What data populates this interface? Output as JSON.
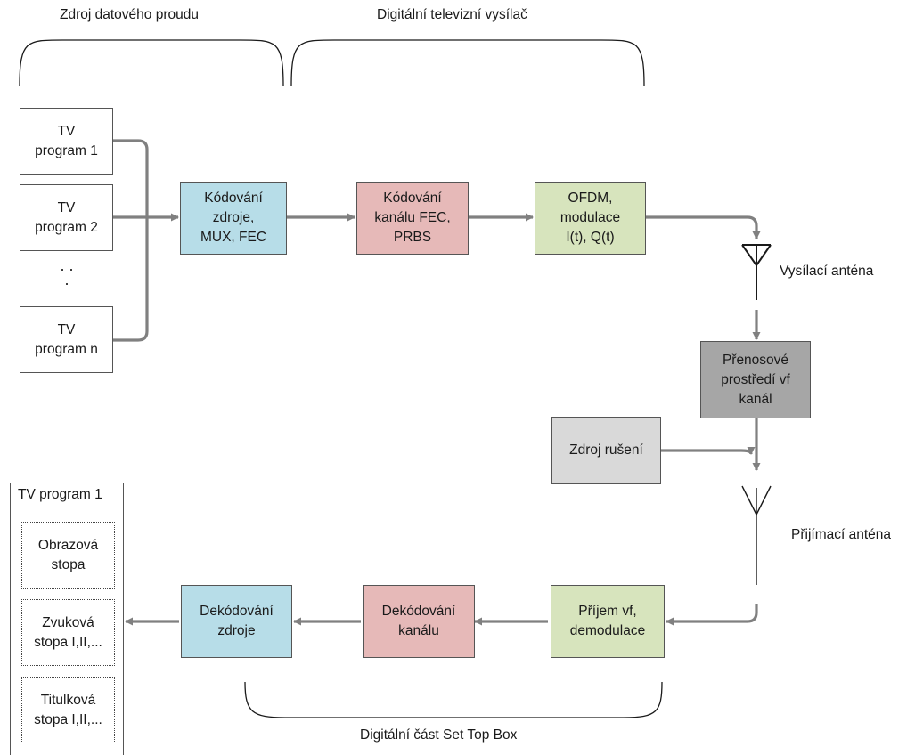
{
  "labels": {
    "source_group": "Zdroj datového proudu",
    "transmitter_group": "Digitální televizní vysílač",
    "stb_group": "Digitální část Set Top Box",
    "tx_antenna": "Vysílací anténa",
    "rx_antenna": "Přijímací anténa"
  },
  "inputs": {
    "program_1": "TV\nprogram 1",
    "program_2": "TV\nprogram 2",
    "ellipsis": ".\n.\n.",
    "program_n": "TV\nprogram n"
  },
  "transmitter": {
    "source_coding": "Kódování\nzdroje,\nMUX, FEC",
    "channel_coding": "Kódování\nkanálu FEC,\nPRBS",
    "modulation": "OFDM,\nmodulace\nI(t), Q(t)"
  },
  "channel": {
    "medium": "Přenosové\nprostředí vf\nkanál",
    "noise": "Zdroj rušení"
  },
  "receiver": {
    "reception": "Příjem vf,\ndemodulace",
    "channel_decoding": "Dekódování\nkanálu",
    "source_decoding": "Dekódování\nzdroje"
  },
  "output": {
    "title": "TV program 1",
    "video": "Obrazová\nstopa",
    "audio": "Zvuková\nstopa I,II,...",
    "subtitles": "Titulková\nstopa I,II,..."
  },
  "colors": {
    "connector": "#808080",
    "source_blocks": "#b7dde8",
    "channel_blocks": "#e6b9b8",
    "modulation_blocks": "#d7e4bd",
    "medium": "#a6a6a6",
    "noise": "#d9d9d9"
  }
}
